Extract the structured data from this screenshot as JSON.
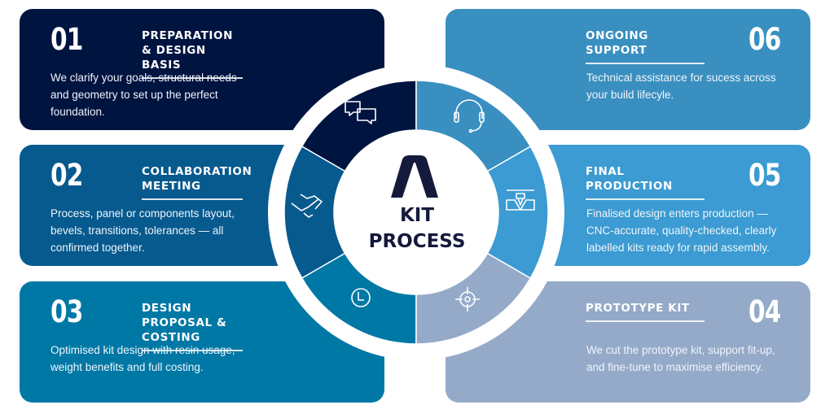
{
  "steps": [
    {
      "num": "01",
      "title": "PREPARATION & DESIGN BASIS",
      "desc": "We clarify your goals, structural needs and geometry to set up the perfect foundation.",
      "color": "#001440",
      "icon": "chat-bubbles-icon"
    },
    {
      "num": "02",
      "title": "COLLABORATION MEETING",
      "desc": "Process, panel or components layout, bevels, transitions, tolerances — all confirmed together.",
      "color": "#075a8e",
      "icon": "handshake-icon"
    },
    {
      "num": "03",
      "title": "DESIGN PROPOSAL & COSTING",
      "desc": "Optimised kit design with resin usage, weight benefits and full costing.",
      "color": "#0078a6",
      "icon": "clock-icon"
    },
    {
      "num": "04",
      "title": "PROTOTYPE KIT",
      "desc": "We cut the prototype kit, support fit-up, and fine-tune to maximise efficiency.",
      "color": "#94aac8",
      "icon": "target-icon"
    },
    {
      "num": "05",
      "title": "FINAL PRODUCTION",
      "desc": "Finalised design enters production — CNC-accurate, quality-checked, clearly labelled kits ready for rapid assembly.",
      "color": "#3b9bd2",
      "icon": "cnc-machine-icon"
    },
    {
      "num": "06",
      "title": "ONGOING SUPPORT",
      "desc": "Technical assistance for sucess across your build lifecyle.",
      "color": "#398fc0",
      "icon": "headset-icon"
    }
  ],
  "center": {
    "line1": "KIT",
    "line2": "PROCESS",
    "logo_color": "#141a3c"
  }
}
